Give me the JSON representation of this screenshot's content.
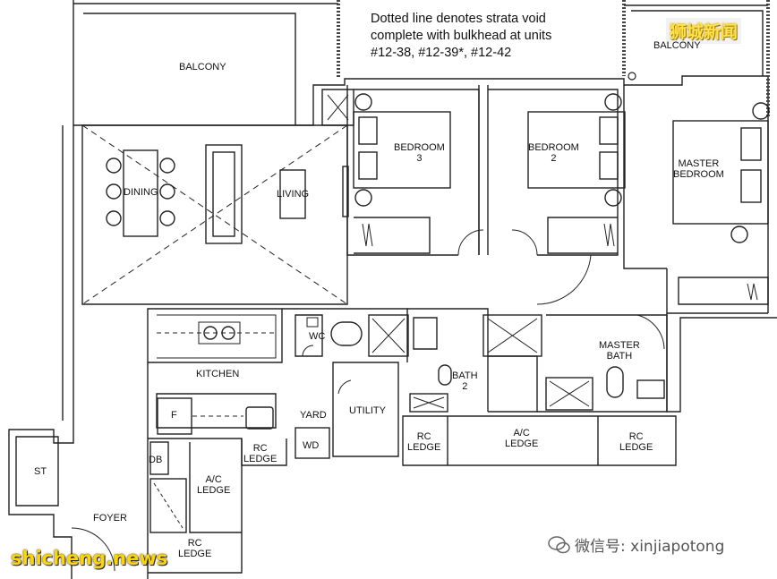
{
  "note": {
    "line1": "Dotted line denotes strata void",
    "line2": "complete with bulkhead at units",
    "line3": "#12-38, #12-39*, #12-42"
  },
  "rooms": {
    "balcony_left": "BALCONY",
    "balcony_right": "BALCONY",
    "dining": "DINING",
    "living": "LIVING",
    "bedroom3": [
      "BEDROOM",
      "3"
    ],
    "bedroom2": [
      "BEDROOM",
      "2"
    ],
    "master_bedroom": [
      "MASTER",
      "BEDROOM"
    ],
    "kitchen": "KITCHEN",
    "wc": "WC",
    "yard": "YARD",
    "utility": "UTILITY",
    "bath2": [
      "BATH",
      "2"
    ],
    "master_bath": [
      "MASTER",
      "BATH"
    ],
    "fridge": "F",
    "wd": "WD",
    "db": "DB",
    "st": "ST",
    "foyer": "FOYER",
    "rc_ledge_yard": [
      "RC",
      "LEDGE"
    ],
    "rc_ledge_bath": [
      "RC",
      "LEDGE"
    ],
    "ac_ledge_center": [
      "A/C",
      "LEDGE"
    ],
    "rc_ledge_right": [
      "RC",
      "LEDGE"
    ],
    "ac_ledge_foyer": [
      "A/C",
      "LEDGE"
    ],
    "rc_ledge_foyer": [
      "RC",
      "LEDGE"
    ]
  },
  "watermarks": {
    "top_right": "狮城新闻",
    "bottom_left": "shicheng.news",
    "bottom_right": "微信号: xinjiapotong"
  }
}
